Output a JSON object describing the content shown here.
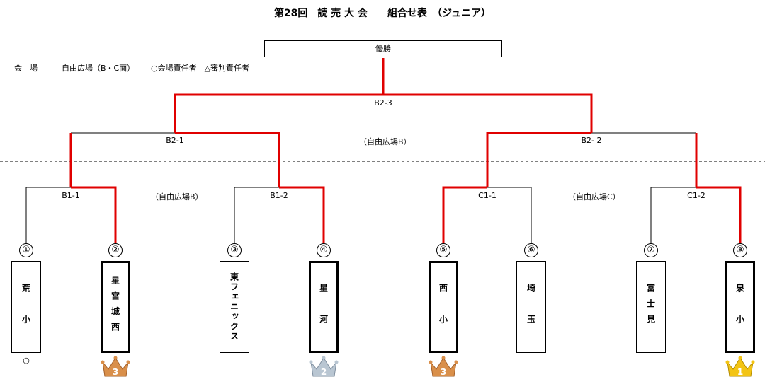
{
  "title": "第28回　読 売 大 会　　組合せ表　（ジュニア）",
  "winner_label": "優勝",
  "info": {
    "venue_label": "会　場",
    "venue_value": "自由広場（B・C面）",
    "legend": "○会場責任者　△審判責任者"
  },
  "matches": {
    "final": "B2-3",
    "semi_left": "B2-1",
    "semi_right": "B2- 2",
    "q1": "B1-1",
    "q2": "B1-2",
    "q3": "C1-1",
    "q4": "C1-2"
  },
  "venues": {
    "semi": "（自由広場B）",
    "left": "（自由広場B）",
    "right": "（自由広場C）"
  },
  "teams": [
    {
      "num": "①",
      "name": "荒　小",
      "note": "○",
      "placement": null
    },
    {
      "num": "②",
      "name": "星宮城西",
      "note": "",
      "placement": 3
    },
    {
      "num": "③",
      "name": "東フェニックス",
      "note": "",
      "placement": null
    },
    {
      "num": "④",
      "name": "星　河",
      "note": "",
      "placement": 2
    },
    {
      "num": "⑤",
      "name": "西　小",
      "note": "",
      "placement": 3
    },
    {
      "num": "⑥",
      "name": "埼　玉",
      "note": "",
      "placement": null
    },
    {
      "num": "⑦",
      "name": "富士見",
      "note": "",
      "placement": null
    },
    {
      "num": "⑧",
      "name": "泉　小",
      "note": "",
      "placement": 1
    }
  ],
  "colors": {
    "win_line": "#e00000",
    "line": "#000000",
    "gold": "#f3c414",
    "silver": "#b9c6d2",
    "bronze": "#d98f4a"
  }
}
